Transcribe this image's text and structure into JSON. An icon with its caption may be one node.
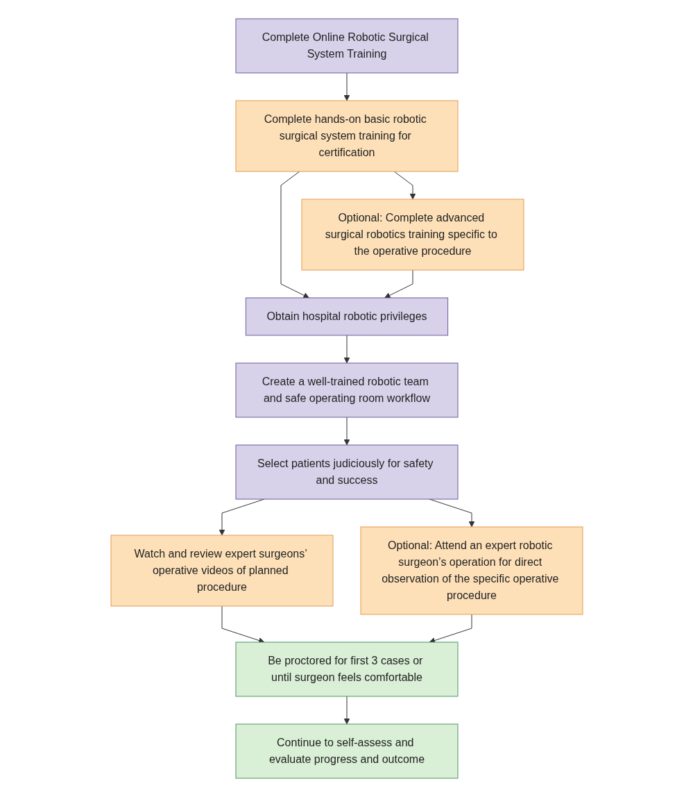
{
  "diagram": {
    "nodes": [
      {
        "text": [
          "Complete Online Robotic Surgical System Training"
        ]
      },
      {
        "text": [
          "Complete hands-on basic robotic surgical system training for certification"
        ]
      },
      {
        "text": [
          "Optional: Complete advanced surgical robotics training specific to the operative procedure"
        ]
      },
      {
        "text": [
          "Obtain hospital robotic privileges"
        ]
      },
      {
        "text": [
          "Create a well-trained robotic team and safe operating room workflow"
        ]
      },
      {
        "text": [
          "Select patients judiciously for safety and success"
        ]
      },
      {
        "text": [
          "Watch and review expert surgeons’ operative videos of planned procedure"
        ]
      },
      {
        "text": [
          "Optional: Attend an expert robotic surgeon’s operation for direct observation of the specific operative procedure"
        ]
      },
      {
        "text": [
          "Be proctored for first 3 cases or until surgeon feels comfortable"
        ]
      },
      {
        "text": [
          "Continue to self-assess and evaluate progress and outcome"
        ]
      }
    ],
    "edges": [
      {
        "from": 0,
        "to": 1,
        "arrow": "to"
      },
      {
        "from": 1,
        "to": 2,
        "arrow": "to"
      },
      {
        "from": 1,
        "to": 3,
        "arrow": "to"
      },
      {
        "from": 2,
        "to": 3,
        "arrow": "to"
      },
      {
        "from": 3,
        "to": 4,
        "arrow": "to"
      },
      {
        "from": 4,
        "to": 5,
        "arrow": "to"
      },
      {
        "from": 5,
        "to": 6,
        "arrow": "to"
      },
      {
        "from": 5,
        "to": 7,
        "arrow": "to"
      },
      {
        "from": 6,
        "to": 8,
        "arrow": "to"
      },
      {
        "from": 7,
        "to": 8,
        "arrow": "to"
      },
      {
        "from": 8,
        "to": 9,
        "arrow": "to"
      }
    ]
  }
}
